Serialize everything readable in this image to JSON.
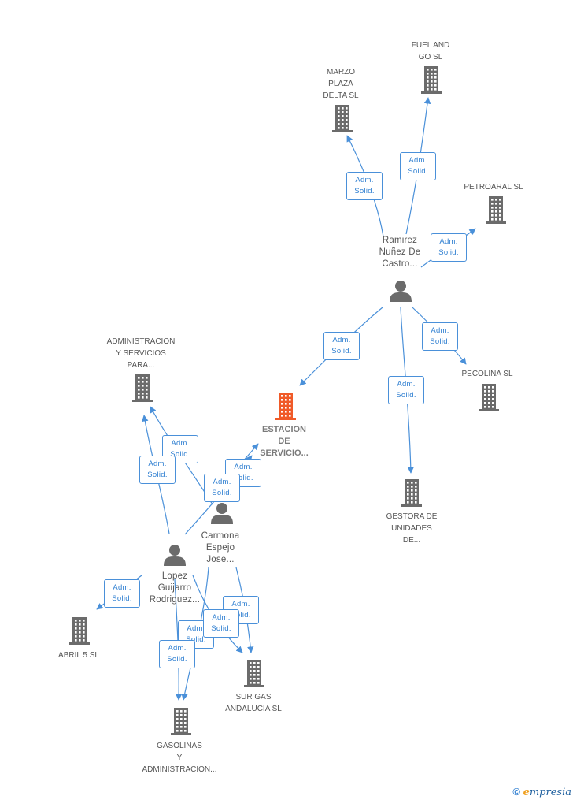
{
  "nodes": {
    "fuel_and_go": {
      "label": "FUEL AND\nGO SL",
      "kind": "company"
    },
    "marzo_plaza": {
      "label": "MARZO\nPLAZA\nDELTA SL",
      "kind": "company"
    },
    "petroaral": {
      "label": "PETROARAL SL",
      "kind": "company"
    },
    "ramirez": {
      "label": "Ramirez\nNuñez De\nCastro...",
      "kind": "person"
    },
    "pecolina": {
      "label": "PECOLINA SL",
      "kind": "company"
    },
    "administracion_servicios": {
      "label": "ADMINISTRACION\nY SERVICIOS\nPARA...",
      "kind": "company"
    },
    "estacion": {
      "label": "ESTACION\nDE\nSERVICIO...",
      "kind": "focus"
    },
    "gestora": {
      "label": "GESTORA DE\nUNIDADES\nDE...",
      "kind": "company"
    },
    "carmona": {
      "label": "Carmona\nEspejo\nJose...",
      "kind": "person"
    },
    "lopez": {
      "label": "Lopez\nGuijarro\nRodriguez...",
      "kind": "person"
    },
    "abril5": {
      "label": "ABRIL 5  SL",
      "kind": "company"
    },
    "sur_gas": {
      "label": "SUR GAS\nANDALUCIA SL",
      "kind": "company"
    },
    "gasolinas": {
      "label": "GASOLINAS\nY\nADMINISTRACION...",
      "kind": "company"
    }
  },
  "edge_label": {
    "line1": "Adm.",
    "line2": "Solid."
  },
  "colors": {
    "edge": "#4a90d9",
    "company_icon": "#6b6b6b",
    "focus_icon": "#f05a28",
    "person_icon": "#6b6b6b"
  },
  "brand": {
    "copyright": "©",
    "e": "e",
    "rest": "mpresia"
  }
}
